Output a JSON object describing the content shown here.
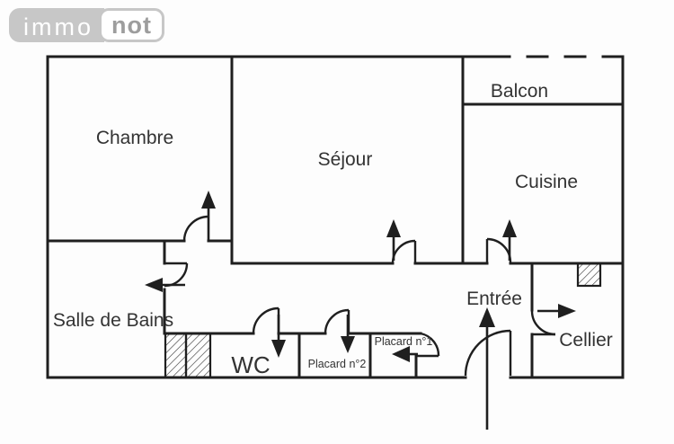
{
  "logo": {
    "immo": "immo",
    "not": "not"
  },
  "colors": {
    "wall": "#1f1f1f",
    "label": "#333333",
    "logo_bg": "#c7c7c7",
    "logo_immo_text": "#ffffff",
    "logo_not_text": "#9d9d9d",
    "background": "#fdfdfd"
  },
  "rooms": {
    "chambre": {
      "label": "Chambre"
    },
    "sejour": {
      "label": "Séjour"
    },
    "balcon": {
      "label": "Balcon"
    },
    "cuisine": {
      "label": "Cuisine"
    },
    "salle_de_bains": {
      "label": "Salle de Bains"
    },
    "wc": {
      "label": "WC"
    },
    "placard1": {
      "label": "Placard n°1"
    },
    "placard2": {
      "label": "Placard n°2"
    },
    "entree": {
      "label": "Entrée"
    },
    "cellier": {
      "label": "Cellier"
    }
  }
}
